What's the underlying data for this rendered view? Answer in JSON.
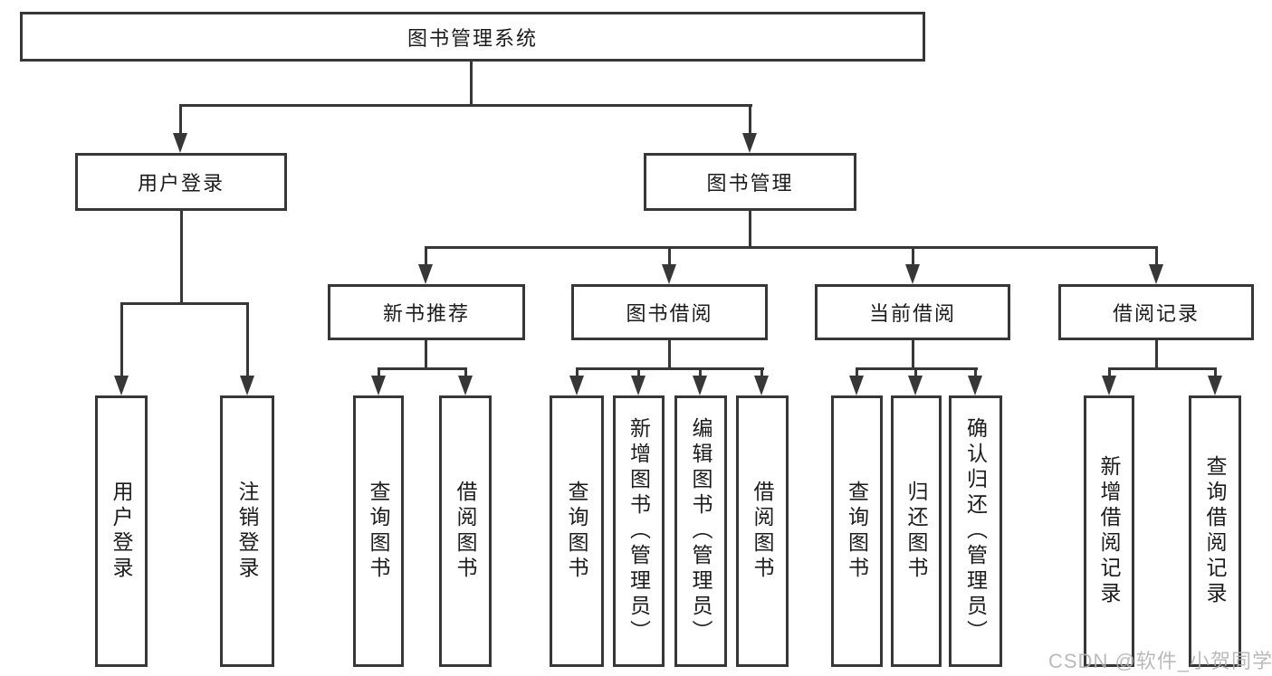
{
  "diagram": {
    "title": "图书管理系统",
    "root": "图书管理系统",
    "level2": [
      "用户登录",
      "图书管理"
    ],
    "level3": [
      "新书推荐",
      "图书借阅",
      "当前借阅",
      "借阅记录"
    ],
    "leaves": [
      "用户登录",
      "注销登录",
      "查询图书",
      "借阅图书",
      "查询图书",
      "新增图书（管理员）",
      "编辑图书（管理员）",
      "借阅图书",
      "查询图书",
      "归还图书",
      "确认归还（管理员）",
      "新增借阅记录",
      "查询借阅记录"
    ],
    "hierarchy": {
      "图书管理系统": {
        "用户登录": [
          "用户登录",
          "注销登录"
        ],
        "图书管理": {
          "新书推荐": [
            "查询图书",
            "借阅图书"
          ],
          "图书借阅": [
            "查询图书",
            "新增图书（管理员）",
            "编辑图书（管理员）",
            "借阅图书"
          ],
          "当前借阅": [
            "查询图书",
            "归还图书",
            "确认归还（管理员）"
          ],
          "借阅记录": [
            "新增借阅记录",
            "查询借阅记录"
          ]
        }
      }
    }
  },
  "watermark": "CSDN @软件_小贺同学",
  "colors": {
    "line": "#373737",
    "text": "#1c1c1c",
    "watermark": "#b3b3b3",
    "background": "#ffffff"
  }
}
